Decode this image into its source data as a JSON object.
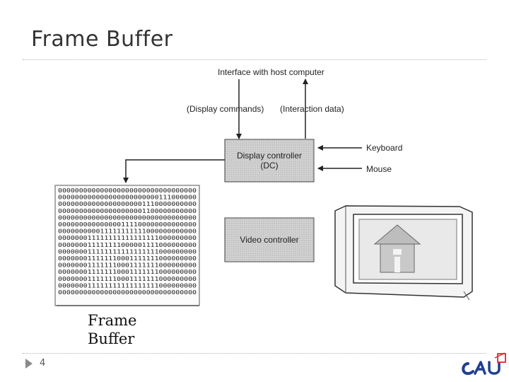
{
  "slide": {
    "title": "Frame Buffer",
    "page_number": "4",
    "caption_line1": "Frame",
    "caption_line2": "Buffer"
  },
  "diagram": {
    "interface_label": "Interface with host computer",
    "display_commands_label": "(Display commands)",
    "interaction_data_label": "(Interaction data)",
    "display_controller_line1": "Display controller",
    "display_controller_line2": "(DC)",
    "keyboard_label": "Keyboard",
    "mouse_label": "Mouse",
    "video_controller_label": "Video controller"
  },
  "frame_buffer_rows": [
    "000000000000000000000000000000000",
    "000000000000000000000000111000000",
    "000000000000000000001110000000000",
    "000000000000000000001100000000000",
    "000000000000000000000000000000000",
    "000000000000000111100000000000000",
    "000000000011111111111000000000000",
    "000000011111111111111111000000000",
    "000000011111111000001111000000000",
    "000000011111111111111111000000000",
    "000000011111110001111111000000000",
    "000000011111110001111111000000000",
    "000000011111110001111111000000000",
    "000000011111110001111111000000000",
    "000000011111111111111111000000000",
    "000000000000000000000000000000000"
  ],
  "colors": {
    "box_fill": "#d9d9d9",
    "logo_blue": "#1f3f8f",
    "logo_red": "#d92b2b"
  },
  "icons": {
    "bullet": "triangle-bullet-icon",
    "logo": "cau-logo-icon",
    "monitor": "monitor-icon"
  }
}
